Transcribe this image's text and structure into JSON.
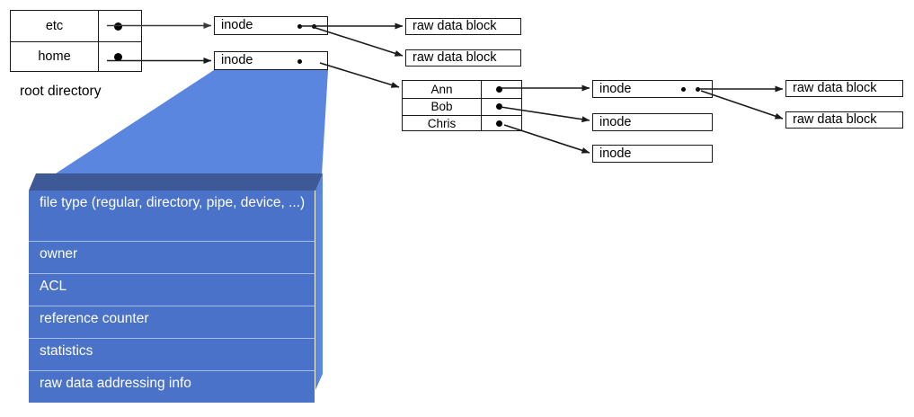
{
  "diagram": {
    "title_text": "root directory",
    "colors": {
      "fan_fill": "#5b86e0",
      "detail_face": "#4a72c8",
      "detail_top": "#3d5a96",
      "detail_side": "#5b86e0",
      "stroke": "#1a1a1a",
      "text_on_blue": "#ffffff"
    },
    "root_directory": {
      "caption": "root directory",
      "entries": [
        {
          "name": "etc",
          "pointer": "filled-dot"
        },
        {
          "name": "home",
          "pointer": "filled-dot"
        }
      ]
    },
    "inodes_level1": [
      {
        "label": "inode",
        "pointers": 2
      },
      {
        "label": "inode",
        "pointers": 1
      }
    ],
    "raw_blocks_level1": [
      {
        "label": "raw data block"
      },
      {
        "label": "raw data block"
      }
    ],
    "home_directory": {
      "entries": [
        {
          "name": "Ann",
          "pointer": "filled-dot"
        },
        {
          "name": "Bob",
          "pointer": "filled-dot"
        },
        {
          "name": "Chris",
          "pointer": "filled-dot"
        }
      ]
    },
    "inodes_level2": [
      {
        "label": "inode",
        "pointers": 2
      },
      {
        "label": "inode",
        "pointers": 0
      },
      {
        "label": "inode",
        "pointers": 0
      }
    ],
    "raw_blocks_level2": [
      {
        "label": "raw data block"
      },
      {
        "label": "raw data block"
      }
    ],
    "inode_detail": {
      "rows": [
        "file type (regular, directory, pipe, device, ...)",
        "owner",
        "ACL",
        "reference counter",
        "statistics",
        "raw data addressing info"
      ]
    }
  }
}
